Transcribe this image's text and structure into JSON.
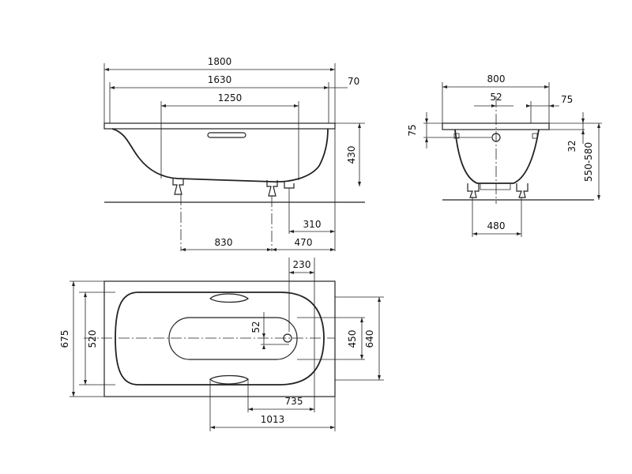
{
  "side_view": {
    "dims": {
      "overall_length": "1800",
      "inner_length": "1630",
      "rim_overhang": "70",
      "panel_length": "1250",
      "height": "430",
      "drain_offset": "310",
      "foot_offset": "470",
      "feet_spacing": "830"
    }
  },
  "end_view": {
    "dims": {
      "overall_width": "800",
      "overflow_offset": "52",
      "rim_width": "75",
      "rim_height": "75",
      "rim_thickness": "32",
      "feet_spacing": "480",
      "height_range": "550-580"
    }
  },
  "plan_view": {
    "dims": {
      "drain_offset": "230",
      "overall_width": "675",
      "inner_width": "520",
      "overflow_offset": "52",
      "base_width": "450",
      "rim_width": "640",
      "handle_to_drain": "735",
      "handle_to_end": "1013"
    }
  }
}
